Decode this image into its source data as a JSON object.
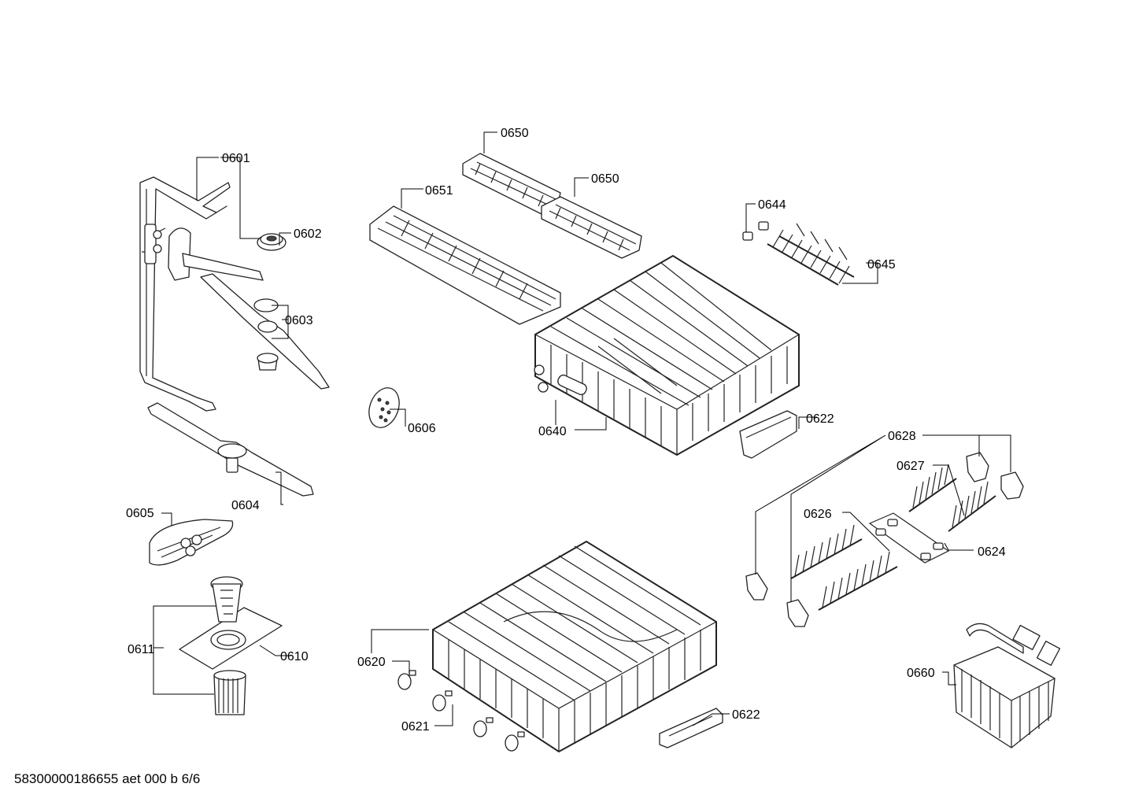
{
  "footer": {
    "doc_code": "58300000186655 aet 000 b 6/6"
  },
  "labels": {
    "p0601": "0601",
    "p0602": "0602",
    "p0603": "0603",
    "p0604": "0604",
    "p0605": "0605",
    "p0606": "0606",
    "p0610": "0610",
    "p0611": "0611",
    "p0620": "0620",
    "p0621": "0621",
    "p0622a": "0622",
    "p0622b": "0622",
    "p0624": "0624",
    "p0626": "0626",
    "p0627": "0627",
    "p0628": "0628",
    "p0640": "0640",
    "p0644": "0644",
    "p0645": "0645",
    "p0650a": "0650",
    "p0650b": "0650",
    "p0651": "0651",
    "p0660": "0660"
  }
}
